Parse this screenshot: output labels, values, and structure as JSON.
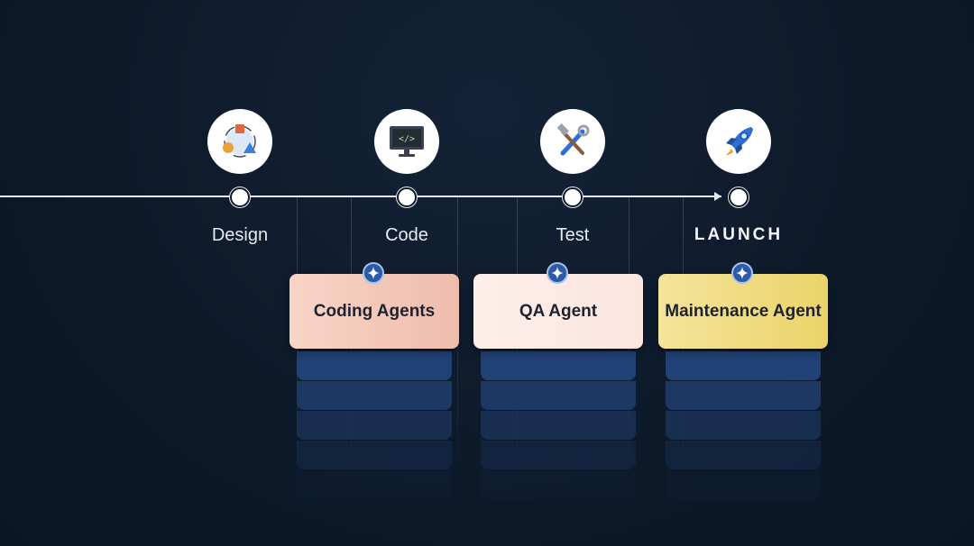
{
  "timeline": {
    "stages": [
      {
        "label": "Design",
        "icon": "design-shapes-icon"
      },
      {
        "label": "Code",
        "icon": "code-monitor-icon"
      },
      {
        "label": "Test",
        "icon": "tools-icon"
      },
      {
        "label": "LAUNCH",
        "icon": "rocket-icon"
      }
    ]
  },
  "agents": [
    {
      "label": "Coding Agents",
      "badge_icon": "sparkle-icon"
    },
    {
      "label": "QA Agent",
      "badge_icon": "sparkle-icon"
    },
    {
      "label": "Maintenance Agent",
      "badge_icon": "sparkle-icon"
    }
  ],
  "colors": {
    "background": "#0d1a2a",
    "timeline": "#e9edf2",
    "badge": "#2b5aa6",
    "stack": "#1f3d6e",
    "coding_card": "#f3c8b8",
    "qa_card": "#fcebe6",
    "maintenance_card": "#efdc82"
  }
}
